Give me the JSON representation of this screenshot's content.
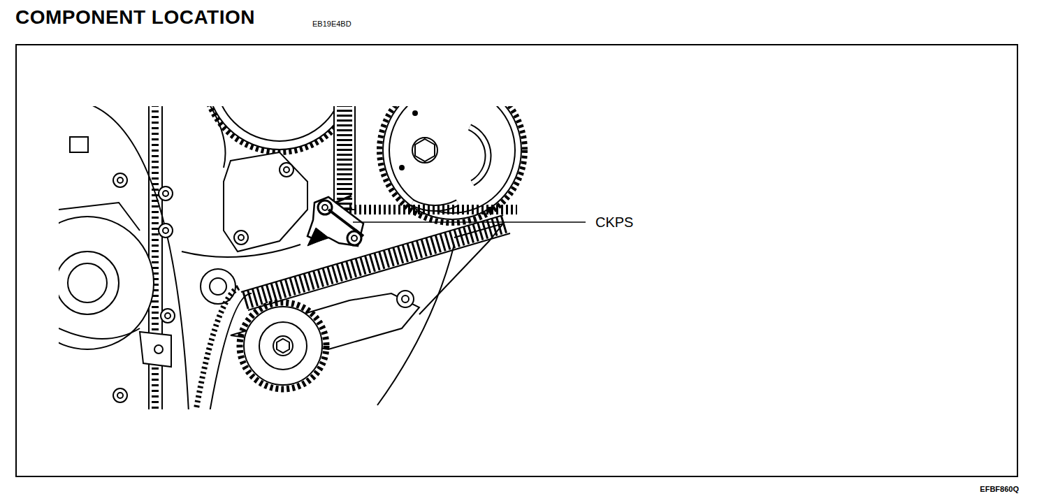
{
  "diagram": {
    "title": "COMPONENT LOCATION",
    "labels": [
      "EB19E4BD",
      "CKPS",
      "EFBF860Q"
    ]
  }
}
